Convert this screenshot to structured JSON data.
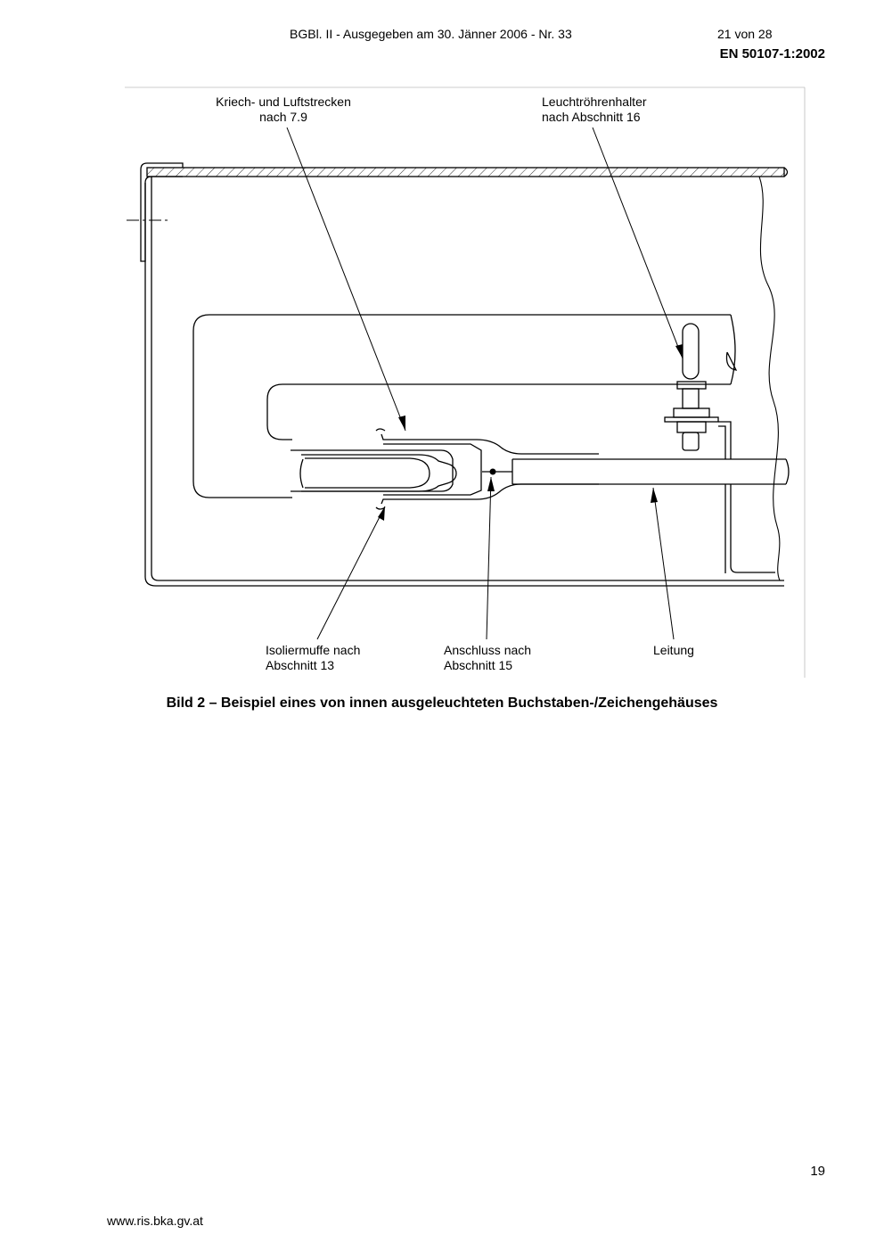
{
  "header": {
    "gazette": "BGBl. II - Ausgegeben am 30. Jänner 2006 - Nr. 33",
    "page_of": "21 von 28",
    "standard": "EN 50107-1:2002"
  },
  "figure": {
    "labels": {
      "creepage_line1": "Kriech- und Luftstrecken",
      "creepage_line2": "nach 7.9",
      "holder_line1": "Leuchtröhrenhalter",
      "holder_line2": "nach Abschnitt 16",
      "sleeve_line1": "Isoliermuffe nach",
      "sleeve_line2": "Abschnitt 13",
      "connection_line1": "Anschluss nach",
      "connection_line2": "Abschnitt 15",
      "cable": "Leitung"
    },
    "caption": "Bild 2 – Beispiel eines von innen ausgeleuchteten Buchstaben-/Zeichengehäuses"
  },
  "footer": {
    "page_number": "19",
    "url": "www.ris.bka.gv.at"
  }
}
